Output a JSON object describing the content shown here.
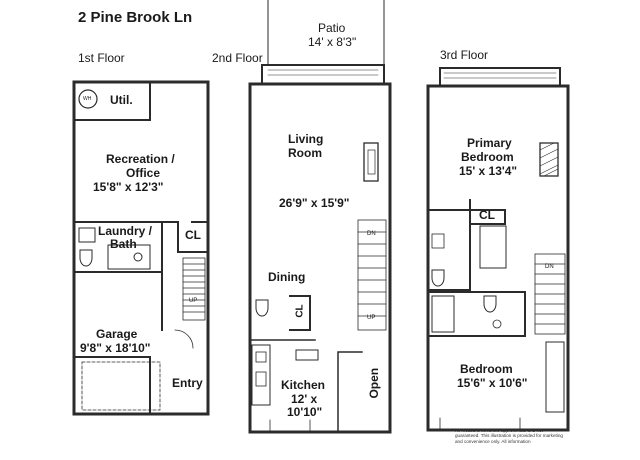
{
  "title": "2 Pine Brook Ln",
  "floors": {
    "first": "1st Floor",
    "second": "2nd Floor",
    "third": "3rd Floor"
  },
  "first_floor": {
    "water_heater": "WH",
    "utility": "Util.",
    "recreation_line1": "Recreation /",
    "recreation_line2": "Office",
    "recreation_dims": "15'8\" x  12'3\"",
    "laundry_line1": "Laundry /",
    "laundry_line2": "Bath",
    "closet": "CL",
    "stairs_up": "UP",
    "garage": "Garage",
    "garage_dims": "9'8\" x 18'10\"",
    "entry": "Entry"
  },
  "second_floor": {
    "patio": "Patio",
    "patio_dims": "14' x 8'3\"",
    "living_line1": "Living",
    "living_line2": "Room",
    "living_dims": "26'9\" x 15'9\"",
    "stairs_down": "DN",
    "dining": "Dining",
    "closet": "CL",
    "stairs_up": "UP",
    "kitchen": "Kitchen",
    "kitchen_dims1": "12' x",
    "kitchen_dims2": "10'10\"",
    "open": "Open"
  },
  "third_floor": {
    "primary_line1": "Primary",
    "primary_line2": "Bedroom",
    "primary_dims": "15' x 13'4\"",
    "closet": "CL",
    "stairs_down": "DN",
    "bedroom": "Bedroom",
    "bedroom_dims": "15'6\" x 10'6\""
  },
  "disclaimer": "All measurements are approximate and not guaranteed. This illustration is provided for marketing and convenience only. All information"
}
